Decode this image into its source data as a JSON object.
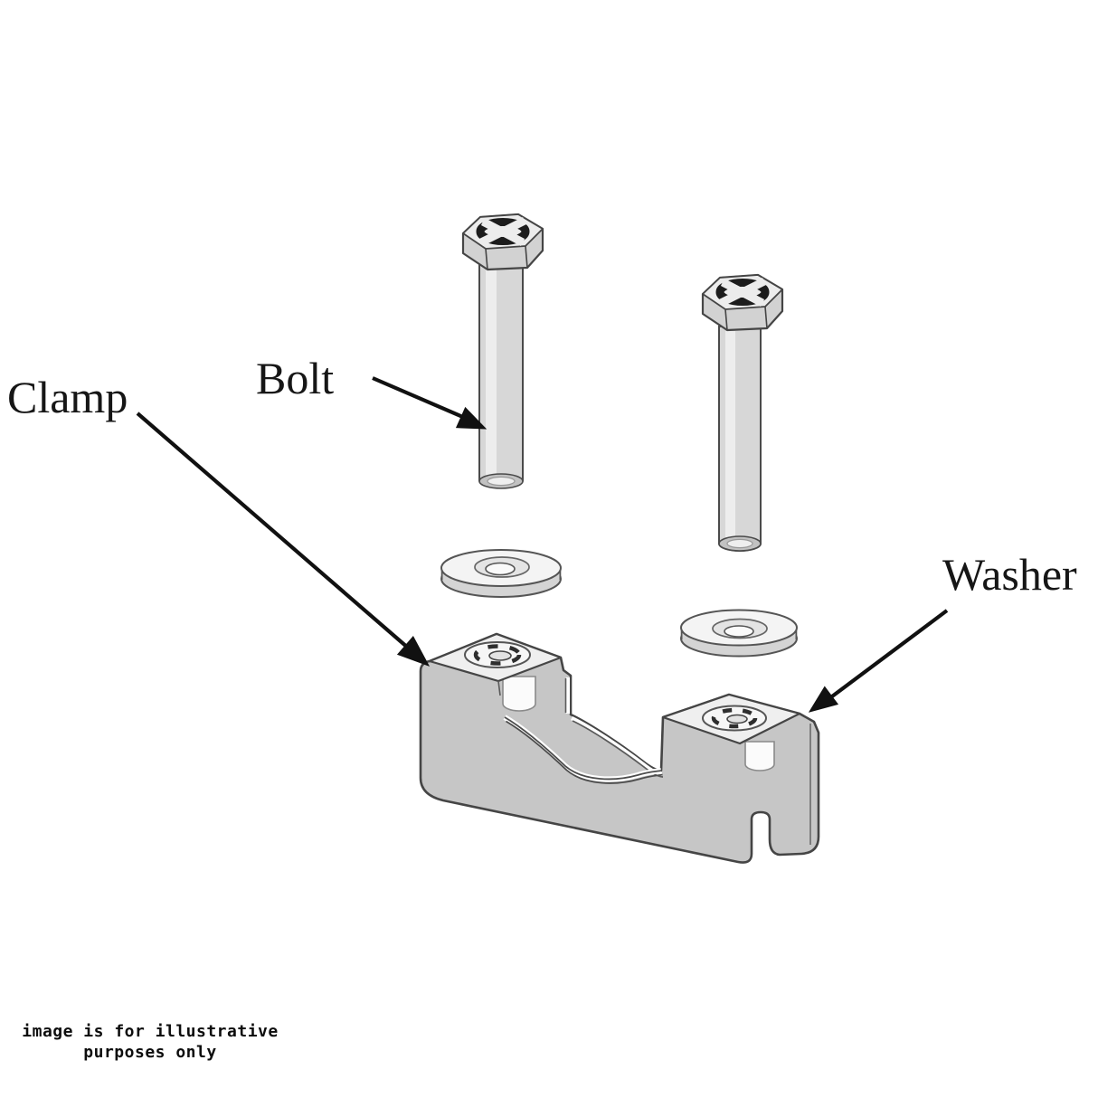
{
  "diagram": {
    "type": "exploded-assembly-diagram",
    "labels": {
      "clamp": "Clamp",
      "bolt": "Bolt",
      "washer": "Washer"
    },
    "parts_shown": [
      "Bolt",
      "Bolt",
      "Washer",
      "Washer",
      "Clamp"
    ],
    "disclaimer": {
      "line1": "image is for illustrative",
      "line2": "purposes only"
    },
    "colors": {
      "background": "#ffffff",
      "outline": "#454545",
      "body_gray": "#c6c6c6",
      "top_face_light": "#efefef",
      "shaft_gray": "#d7d7d7",
      "label_text": "#161616",
      "arrow_black": "#111111"
    }
  }
}
